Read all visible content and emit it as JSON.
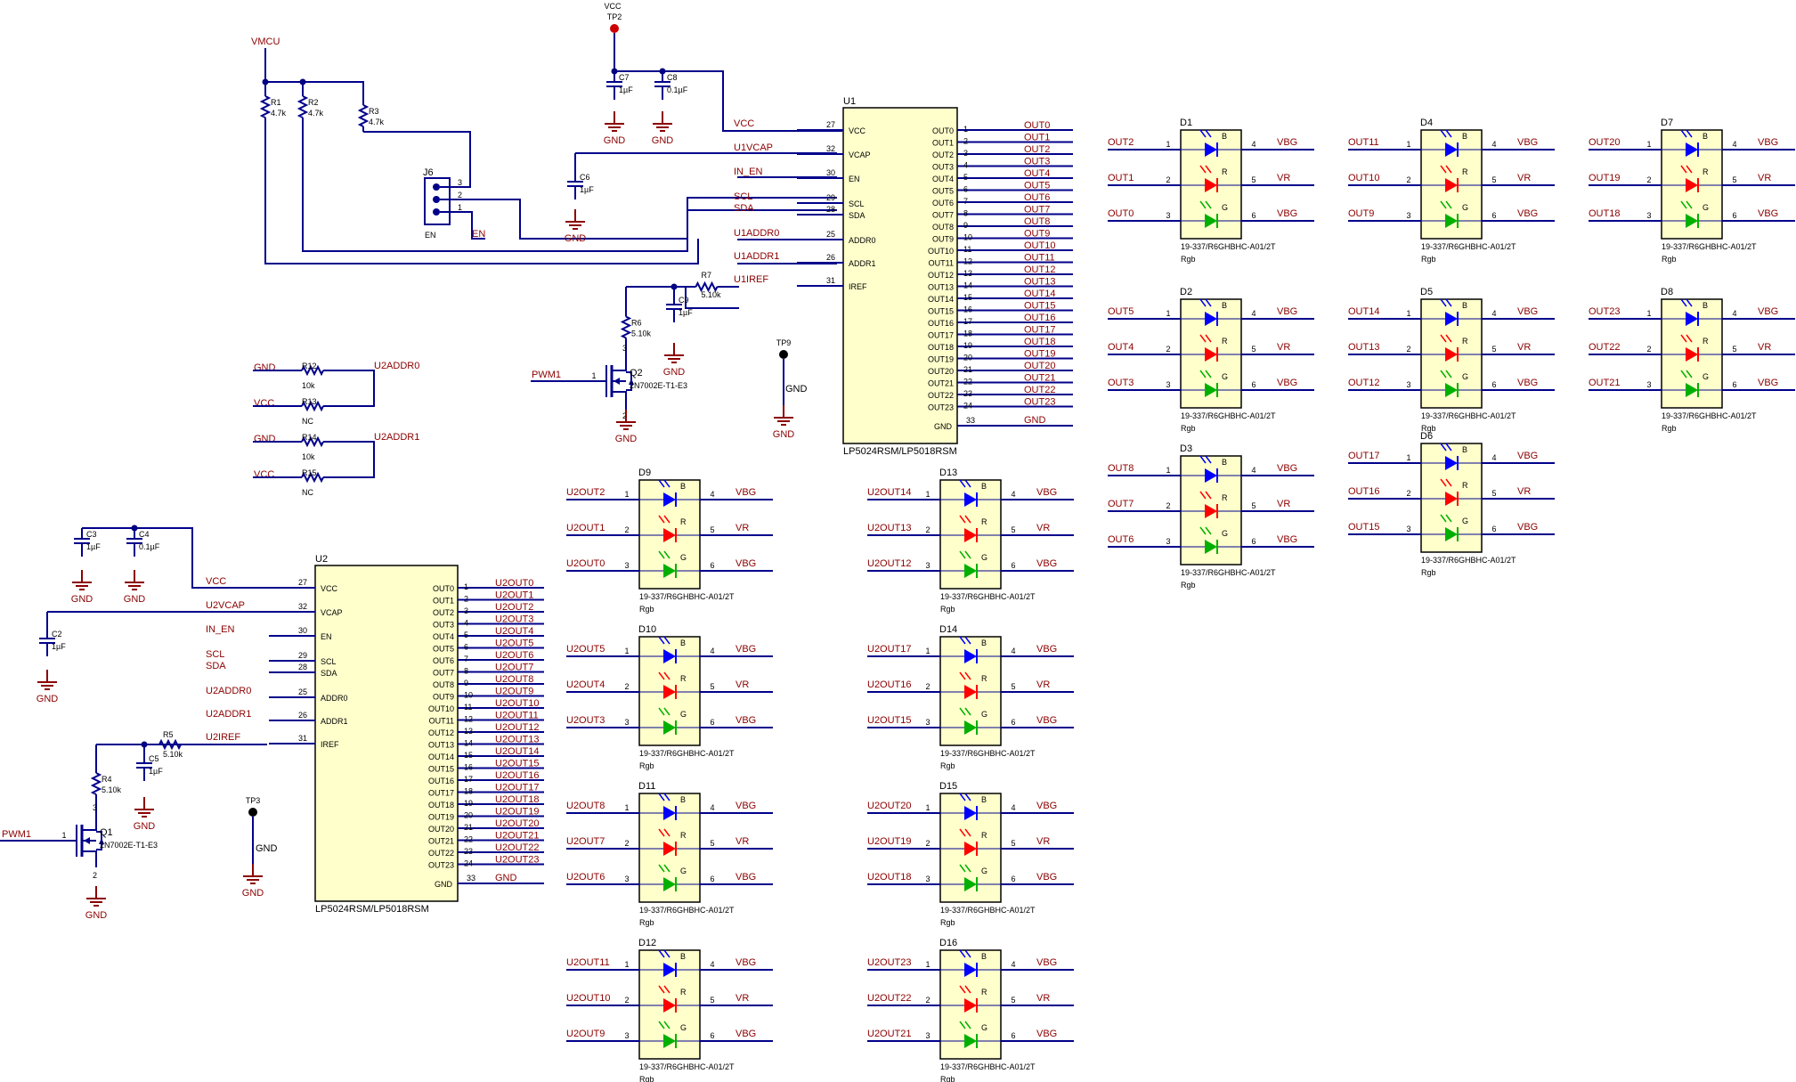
{
  "labels": {
    "gnd": "GND",
    "vcc": "VCC",
    "vmcu": "VMCU",
    "vbg": "VBG",
    "vr": "VR",
    "en": "EN",
    "ic_part": "LP5024RSM/LP5018RSM",
    "led_part": "19-337/R6GHBHC-A01/2T",
    "led_value": "Rgb",
    "fet_part": "2N7002E-T1-E3",
    "pwm": "PWM1",
    "in_en": "IN_EN",
    "scl": "SCL",
    "sda": "SDA"
  },
  "ic_left_pins": [
    {
      "num": "27",
      "name": "VCC"
    },
    {
      "num": "32",
      "name": "VCAP"
    },
    {
      "num": "30",
      "name": "EN"
    },
    {
      "num": "29",
      "name": "SCL"
    },
    {
      "num": "28",
      "name": "SDA"
    },
    {
      "num": "25",
      "name": "ADDR0"
    },
    {
      "num": "26",
      "name": "ADDR1"
    },
    {
      "num": "31",
      "name": "IREF"
    }
  ],
  "u1": {
    "ref": "U1",
    "left_nets": [
      "VCC",
      "U1VCAP",
      "IN_EN",
      "SCL",
      "SDA",
      "U1ADDR0",
      "U1ADDR1",
      "U1IREF"
    ],
    "out_nets": [
      "OUT0",
      "OUT1",
      "OUT2",
      "OUT3",
      "OUT4",
      "OUT5",
      "OUT6",
      "OUT7",
      "OUT8",
      "OUT9",
      "OUT10",
      "OUT11",
      "OUT12",
      "OUT13",
      "OUT14",
      "OUT15",
      "OUT16",
      "OUT17",
      "OUT18",
      "OUT19",
      "OUT20",
      "OUT21",
      "OUT22",
      "OUT23"
    ],
    "gnd_pin": "33"
  },
  "u2": {
    "ref": "U2",
    "left_nets": [
      "VCC",
      "U2VCAP",
      "IN_EN",
      "SCL",
      "SDA",
      "U2ADDR0",
      "U2ADDR1",
      "U2IREF"
    ],
    "out_nets": [
      "U2OUT0",
      "U2OUT1",
      "U2OUT2",
      "U2OUT3",
      "U2OUT4",
      "U2OUT5",
      "U2OUT6",
      "U2OUT7",
      "U2OUT8",
      "U2OUT9",
      "U2OUT10",
      "U2OUT11",
      "U2OUT12",
      "U2OUT13",
      "U2OUT14",
      "U2OUT15",
      "U2OUT16",
      "U2OUT17",
      "U2OUT18",
      "U2OUT19",
      "U2OUT20",
      "U2OUT21",
      "U2OUT22",
      "U2OUT23"
    ],
    "gnd_pin": "33"
  },
  "leds": [
    {
      "ref": "D1",
      "nets": [
        "OUT2",
        "OUT1",
        "OUT0"
      ]
    },
    {
      "ref": "D4",
      "nets": [
        "OUT11",
        "OUT10",
        "OUT9"
      ]
    },
    {
      "ref": "D7",
      "nets": [
        "OUT20",
        "OUT19",
        "OUT18"
      ]
    },
    {
      "ref": "D2",
      "nets": [
        "OUT5",
        "OUT4",
        "OUT3"
      ]
    },
    {
      "ref": "D5",
      "nets": [
        "OUT14",
        "OUT13",
        "OUT12"
      ]
    },
    {
      "ref": "D8",
      "nets": [
        "OUT23",
        "OUT22",
        "OUT21"
      ]
    },
    {
      "ref": "D3",
      "nets": [
        "OUT8",
        "OUT7",
        "OUT6"
      ]
    },
    {
      "ref": "D6",
      "nets": [
        "OUT17",
        "OUT16",
        "OUT15"
      ]
    },
    {
      "ref": "D9",
      "nets": [
        "U2OUT2",
        "U2OUT1",
        "U2OUT0"
      ]
    },
    {
      "ref": "D13",
      "nets": [
        "U2OUT14",
        "U2OUT13",
        "U2OUT12"
      ]
    },
    {
      "ref": "D10",
      "nets": [
        "U2OUT5",
        "U2OUT4",
        "U2OUT3"
      ]
    },
    {
      "ref": "D14",
      "nets": [
        "U2OUT17",
        "U2OUT16",
        "U2OUT15"
      ]
    },
    {
      "ref": "D11",
      "nets": [
        "U2OUT8",
        "U2OUT7",
        "U2OUT6"
      ]
    },
    {
      "ref": "D15",
      "nets": [
        "U2OUT20",
        "U2OUT19",
        "U2OUT18"
      ]
    },
    {
      "ref": "D12",
      "nets": [
        "U2OUT11",
        "U2OUT10",
        "U2OUT9"
      ]
    },
    {
      "ref": "D16",
      "nets": [
        "U2OUT23",
        "U2OUT22",
        "U2OUT21"
      ]
    }
  ],
  "led_colors": [
    "B",
    "R",
    "G"
  ],
  "led_pin_nums": {
    "left": [
      "1",
      "2",
      "3"
    ],
    "right": [
      "4",
      "5",
      "6"
    ]
  },
  "passives": [
    {
      "ref": "R1",
      "value": "4.7k"
    },
    {
      "ref": "R2",
      "value": "4.7k"
    },
    {
      "ref": "R3",
      "value": "4.7k"
    },
    {
      "ref": "C7",
      "value": "1µF"
    },
    {
      "ref": "C8",
      "value": "0.1µF"
    },
    {
      "ref": "C6",
      "value": "1µF"
    },
    {
      "ref": "R7",
      "value": "5.10k"
    },
    {
      "ref": "R6",
      "value": "5.10k"
    },
    {
      "ref": "C9",
      "value": "1µF"
    },
    {
      "ref": "R12",
      "value": "10k"
    },
    {
      "ref": "R13",
      "value": "NC"
    },
    {
      "ref": "R14",
      "value": "10k"
    },
    {
      "ref": "R15",
      "value": "NC"
    },
    {
      "ref": "C3",
      "value": "1µF"
    },
    {
      "ref": "C4",
      "value": "0.1µF"
    },
    {
      "ref": "C2",
      "value": "1µF"
    },
    {
      "ref": "R5",
      "value": "5.10k"
    },
    {
      "ref": "R4",
      "value": "5.10k"
    },
    {
      "ref": "C5",
      "value": "1µF"
    }
  ],
  "addr_nets": [
    "U2ADDR0",
    "U2ADDR1"
  ],
  "connector": {
    "ref": "J6",
    "pins": [
      "3",
      "2",
      "1"
    ]
  },
  "transistors": [
    {
      "ref": "Q2"
    },
    {
      "ref": "Q1"
    }
  ],
  "test_points": [
    {
      "ref": "TP2"
    },
    {
      "ref": "TP9"
    },
    {
      "ref": "TP3"
    }
  ],
  "fet_pins": [
    "1",
    "2",
    "3"
  ],
  "colors": {
    "wire": "#00008b",
    "net_label": "#8b0000",
    "ic_fill": "#ffffcc",
    "led_blue": "#0000ff",
    "led_red": "#ff0000",
    "led_green": "#00b000",
    "test_point": "#cc0000",
    "junction": "#000080"
  }
}
